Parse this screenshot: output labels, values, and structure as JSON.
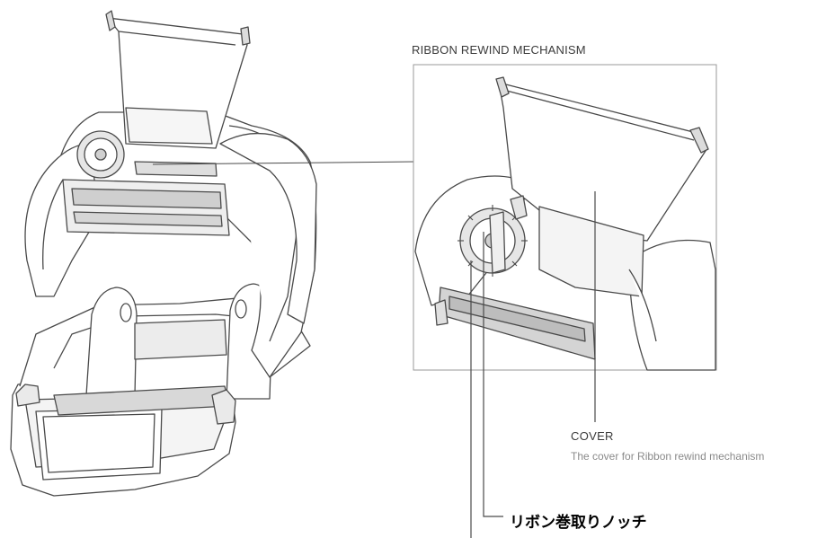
{
  "diagram": {
    "inset_title": "RIBBON REWIND MECHANISM",
    "cover_label": {
      "title": "COVER",
      "description": "The cover for Ribbon rewind mechanism"
    },
    "notch_label": "リボン巻取りノッチ",
    "colors": {
      "line": "#4a4a4a",
      "inset_border": "#9a9a9a",
      "fill": "#ffffff",
      "shade": "#d8d8d8"
    }
  }
}
